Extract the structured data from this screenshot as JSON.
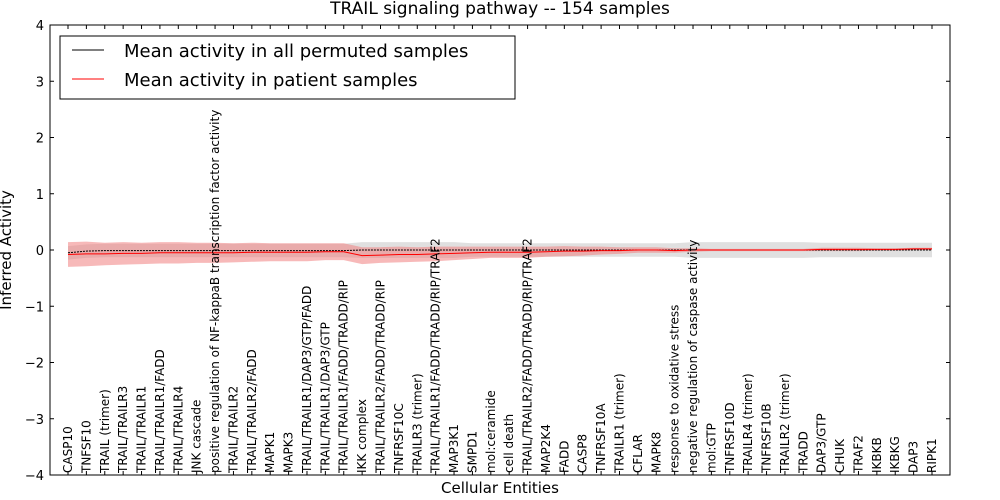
{
  "chart_data": {
    "type": "line",
    "title": "TRAIL signaling pathway -- 154 samples",
    "xlabel": "Cellular Entities",
    "ylabel": "Inferred Activity",
    "ylim": [
      -4,
      4
    ],
    "yticks": [
      "−4",
      "−3",
      "−2",
      "−1",
      "0",
      "1",
      "2",
      "3",
      "4"
    ],
    "legend": {
      "placement": "top-left",
      "entries": [
        "Mean activity in all permuted samples",
        "Mean activity in patient samples"
      ]
    },
    "colors": {
      "permuted": "#000000",
      "patient": "#ff0000",
      "permuted_band": "#cccccc",
      "patient_band": "#f08080"
    },
    "categories": [
      "CASP10",
      "TNFSF10",
      "TRAIL (trimer)",
      "TRAIL/TRAILR3",
      "TRAIL/TRAILR1",
      "TRAIL/TRAILR1/FADD",
      "TRAIL/TRAILR4",
      "JNK cascade",
      "positive regulation of NF-kappaB transcription factor activity",
      "TRAIL/TRAILR2",
      "TRAIL/TRAILR2/FADD",
      "MAPK1",
      "MAPK3",
      "TRAIL/TRAILR1/DAP3/GTP/FADD",
      "TRAIL/TRAILR1/DAP3/GTP",
      "TRAIL/TRAILR1/FADD/TRADD/RIP",
      "IKK complex",
      "TRAIL/TRAILR2/FADD/TRADD/RIP",
      "TNFRSF10C",
      "TRAILR3 (trimer)",
      "TRAIL/TRAILR1/FADD/TRADD/RIP/TRAF2",
      "MAP3K1",
      "SMPD1",
      "mol:ceramide",
      "cell death",
      "TRAIL/TRAILR2/FADD/TRADD/RIP/TRAF2",
      "MAP2K4",
      "FADD",
      "CASP8",
      "TNFRSF10A",
      "TRAILR1 (trimer)",
      "CFLAR",
      "MAPK8",
      "response to oxidative stress",
      "negative regulation of caspase activity",
      "mol:GTP",
      "TNFRSF10D",
      "TRAILR4 (trimer)",
      "TNFRSF10B",
      "TRAILR2 (trimer)",
      "TRADD",
      "DAP3/GTP",
      "CHUK",
      "TRAF2",
      "IKBKB",
      "IKBKG",
      "DAP3",
      "RIPK1"
    ],
    "series": [
      {
        "name": "Mean activity in all permuted samples",
        "values": [
          -0.05,
          -0.02,
          -0.01,
          -0.01,
          -0.01,
          -0.01,
          -0.01,
          -0.01,
          -0.01,
          -0.01,
          -0.01,
          -0.01,
          -0.01,
          -0.01,
          -0.01,
          -0.01,
          0,
          0,
          0,
          0,
          0,
          0,
          0,
          0,
          0,
          0,
          0,
          0,
          0,
          0,
          0,
          0,
          0,
          0,
          0,
          0,
          0,
          0,
          0,
          0,
          0,
          0,
          0,
          0,
          0,
          0,
          0,
          0
        ],
        "band": [
          0.12,
          0.12,
          0.12,
          0.12,
          0.12,
          0.12,
          0.12,
          0.12,
          0.12,
          0.12,
          0.12,
          0.12,
          0.12,
          0.12,
          0.12,
          0.12,
          0.14,
          0.14,
          0.14,
          0.14,
          0.14,
          0.14,
          0.12,
          0.12,
          0.12,
          0.12,
          0.12,
          0.12,
          0.12,
          0.12,
          0.12,
          0.12,
          0.12,
          0.12,
          0.14,
          0.14,
          0.14,
          0.14,
          0.14,
          0.14,
          0.14,
          0.13,
          0.13,
          0.13,
          0.13,
          0.13,
          0.13,
          0.13
        ]
      },
      {
        "name": "Mean activity in patient samples",
        "values": [
          -0.08,
          -0.07,
          -0.07,
          -0.06,
          -0.06,
          -0.05,
          -0.05,
          -0.05,
          -0.05,
          -0.05,
          -0.04,
          -0.04,
          -0.04,
          -0.04,
          -0.03,
          -0.03,
          -0.1,
          -0.09,
          -0.08,
          -0.08,
          -0.07,
          -0.06,
          -0.05,
          -0.04,
          -0.04,
          -0.04,
          -0.03,
          -0.02,
          -0.02,
          -0.01,
          -0.01,
          0,
          0,
          -0.01,
          0,
          0,
          0,
          0,
          0,
          0,
          0,
          0.01,
          0.01,
          0.01,
          0.01,
          0.01,
          0.02,
          0.02
        ],
        "band": [
          0.22,
          0.22,
          0.2,
          0.2,
          0.19,
          0.19,
          0.19,
          0.18,
          0.18,
          0.17,
          0.17,
          0.16,
          0.16,
          0.16,
          0.15,
          0.15,
          0.15,
          0.14,
          0.14,
          0.13,
          0.13,
          0.12,
          0.11,
          0.1,
          0.1,
          0.1,
          0.09,
          0.09,
          0.08,
          0.07,
          0.06,
          0.05,
          0.05,
          0.04,
          0.03,
          0.02,
          0.02,
          0.02,
          0.02,
          0.02,
          0.02,
          0.03,
          0.03,
          0.03,
          0.02,
          0.02,
          0.02,
          0.02
        ]
      }
    ]
  }
}
